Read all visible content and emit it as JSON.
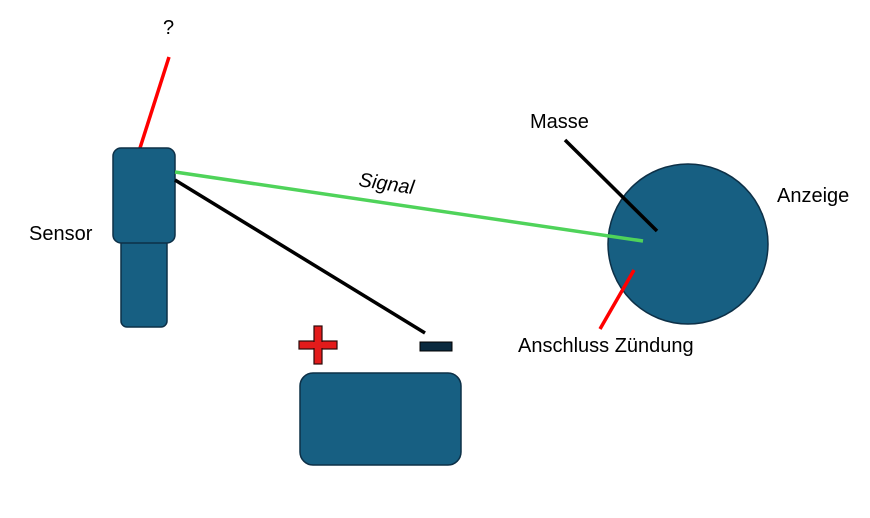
{
  "labels": {
    "question": "?",
    "sensor": "Sensor",
    "signal": "Signal",
    "masse": "Masse",
    "anzeige": "Anzeige",
    "anschluss_zuendung": "Anschluss Zündung"
  },
  "colors": {
    "component_fill": "#175f82",
    "component_stroke": "#0d3047",
    "signal_wire": "#4fd35a",
    "ignition_wire": "#ff0000",
    "ground_wire": "#000000",
    "plus_sign": "#e31b1b",
    "minus_sign": "#0a2a3f"
  }
}
